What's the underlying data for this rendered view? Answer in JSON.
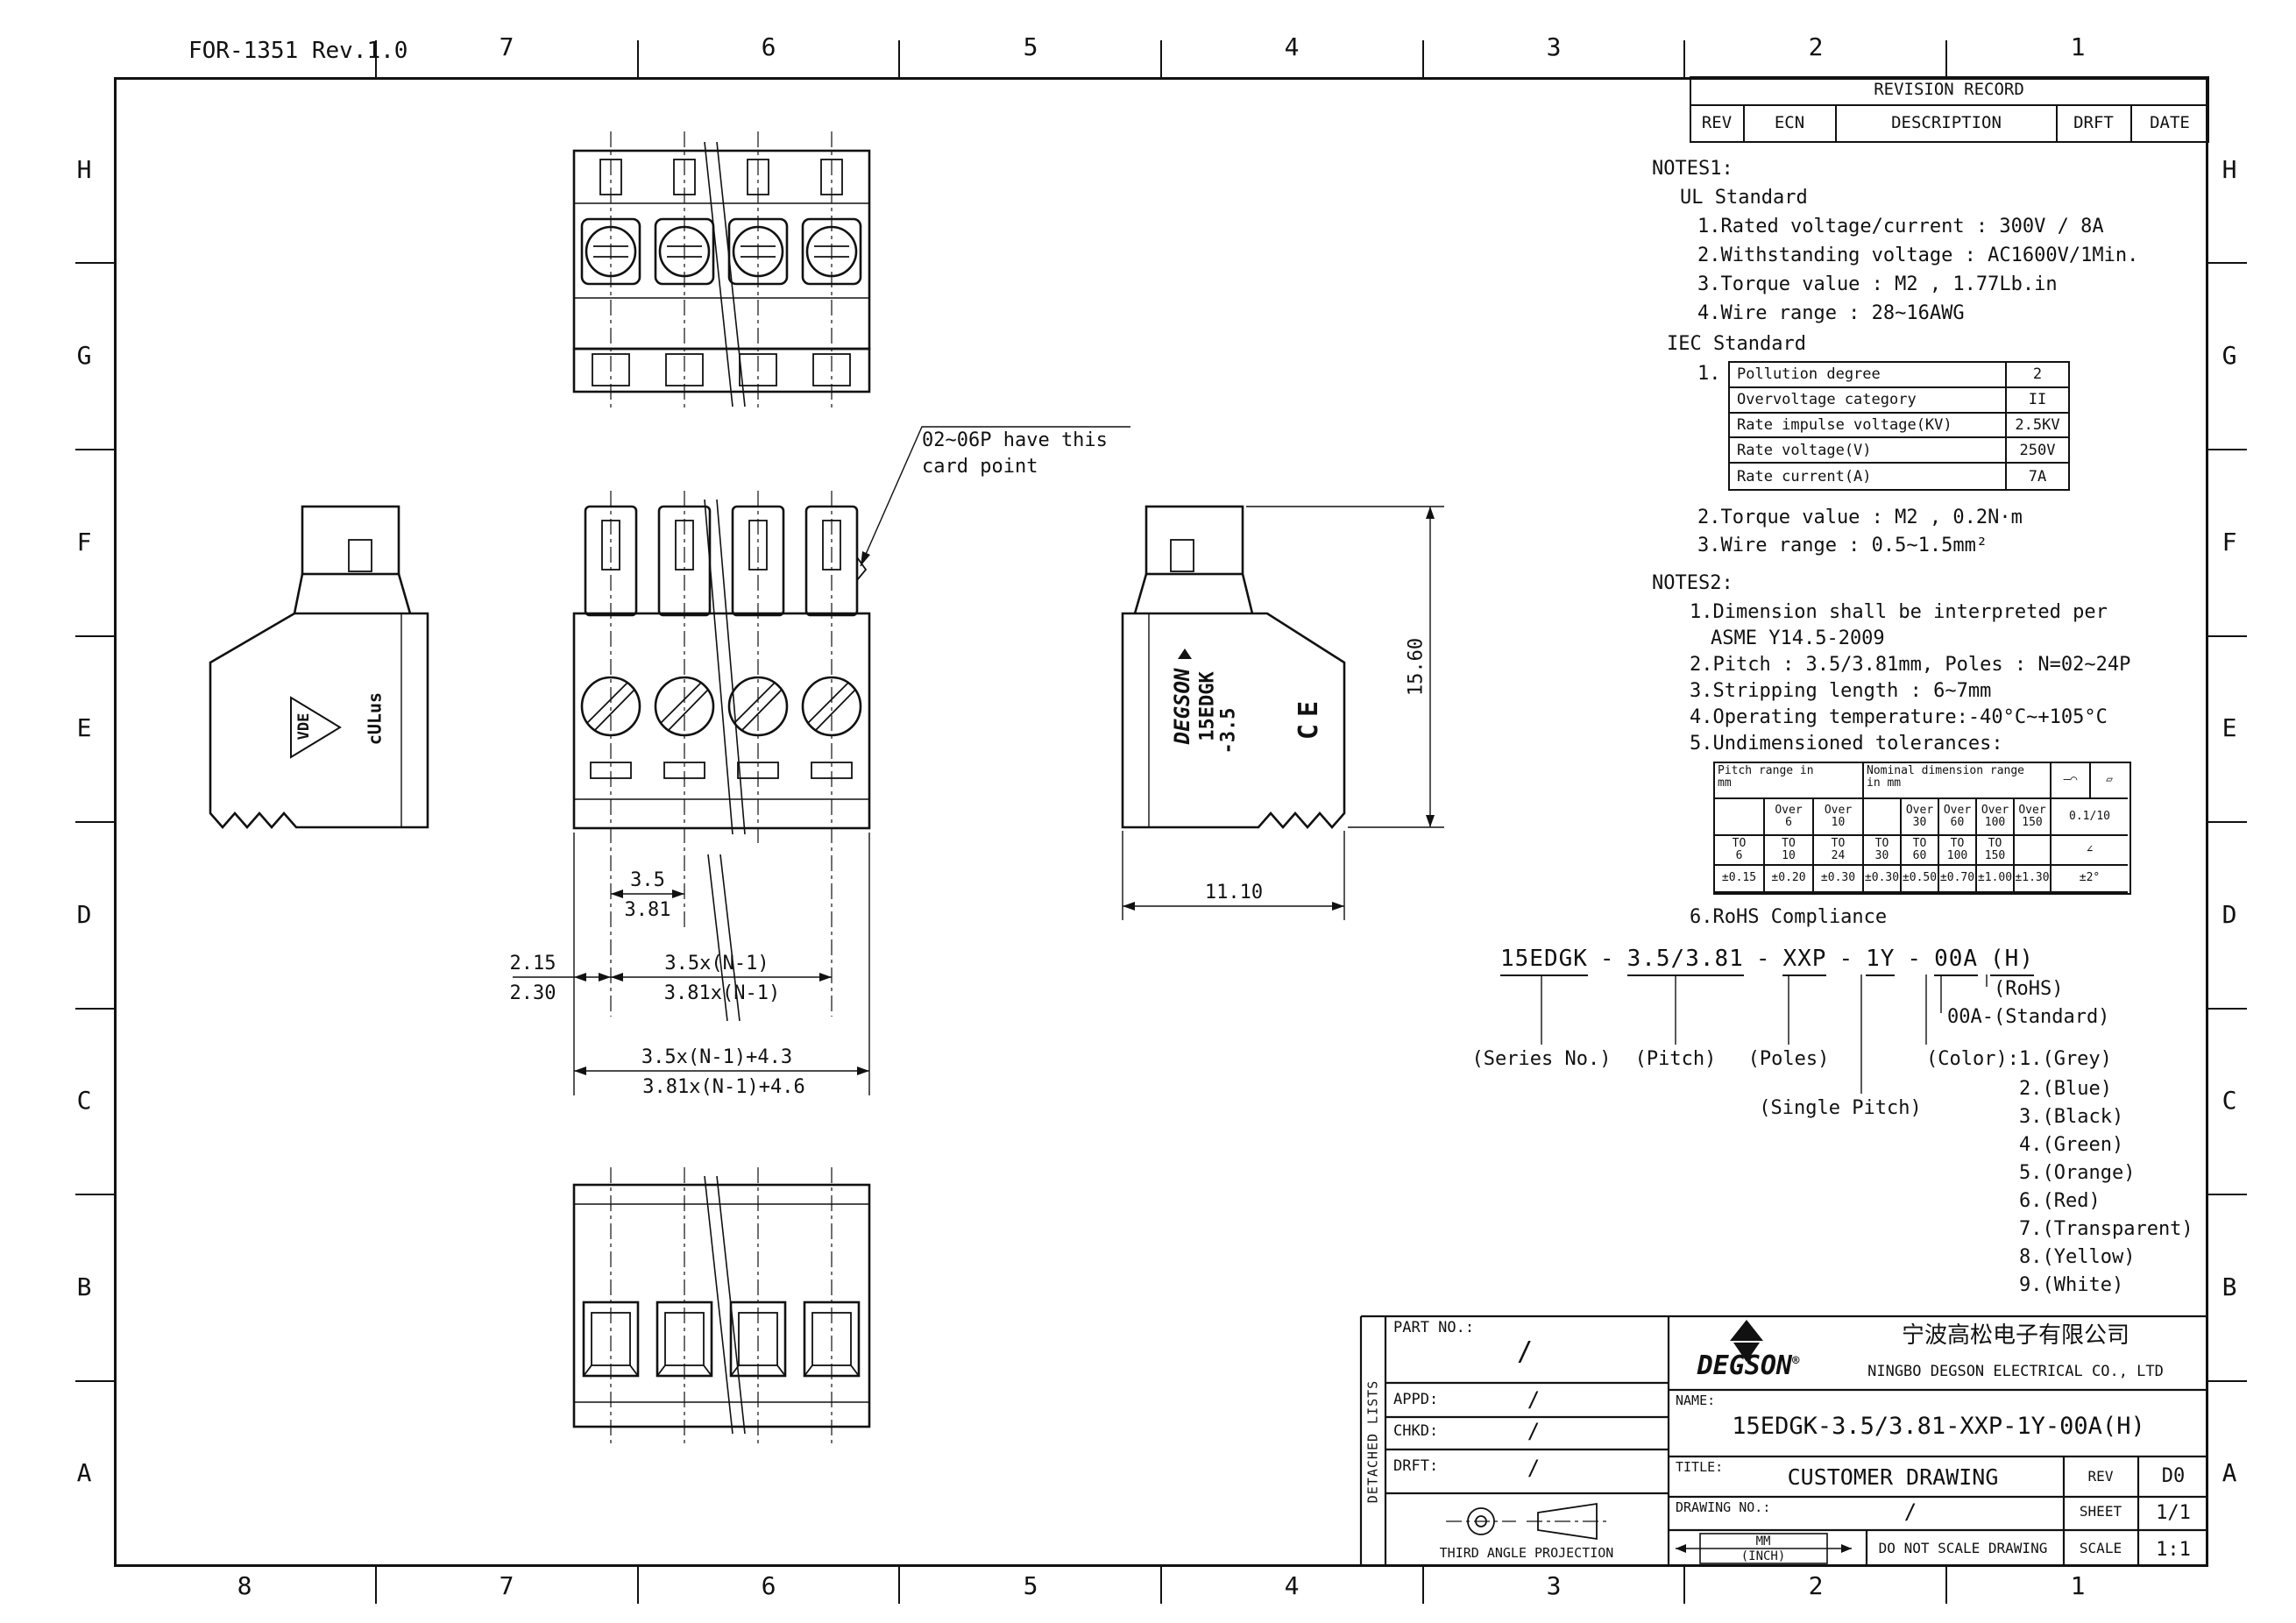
{
  "meta": {
    "doc_code": "FOR-1351 Rev.1.0"
  },
  "border": {
    "top_cols": [
      "7",
      "6",
      "5",
      "4",
      "3",
      "2",
      "1"
    ],
    "bottom_cols": [
      "8",
      "7",
      "6",
      "5",
      "4",
      "3",
      "2",
      "1"
    ],
    "rows": [
      "H",
      "G",
      "F",
      "E",
      "D",
      "C",
      "B",
      "A"
    ]
  },
  "revision_table": {
    "title": "REVISION RECORD",
    "headers": [
      "REV",
      "ECN",
      "DESCRIPTION",
      "DRFT",
      "DATE"
    ]
  },
  "notes1": {
    "title": "NOTES1:",
    "ul_title": "UL Standard",
    "ul_items": [
      "1.Rated voltage/current : 300V / 8A",
      "2.Withstanding voltage : AC1600V/1Min.",
      "3.Torque value : M2 , 1.77Lb.in",
      "4.Wire range : 28~16AWG"
    ],
    "iec_title": "IEC Standard",
    "iec_no1": "1.",
    "iec_rows": [
      {
        "label": "Pollution degree",
        "value": "2"
      },
      {
        "label": "Overvoltage category",
        "value": "II"
      },
      {
        "label": "Rate impulse voltage(KV)",
        "value": "2.5KV"
      },
      {
        "label": "Rate voltage(V)",
        "value": "250V"
      },
      {
        "label": "Rate current(A)",
        "value": "7A"
      }
    ],
    "iec_item2": "2.Torque value : M2 , 0.2N·m",
    "iec_item3": "3.Wire range : 0.5~1.5mm²"
  },
  "notes2": {
    "title": "NOTES2:",
    "item1a": "1.Dimension shall be interpreted per",
    "item1b": "ASME Y14.5-2009",
    "item2": "2.Pitch : 3.5/3.81mm, Poles : N=02~24P",
    "item3": "3.Stripping length : 6~7mm",
    "item4": "4.Operating temperature:-40°C~+105°C",
    "item5": "5.Undimensioned tolerances:",
    "item6": "6.RoHS Compliance"
  },
  "tol_table": {
    "pitch_header_1": "Pitch range in",
    "pitch_header_2": "mm",
    "nominal_header_1": "Nominal dimension range",
    "nominal_header_2": "in mm",
    "sym_straight": "—⌒",
    "sym_flat": "▱",
    "flat_tol": "0.1/10",
    "sym_angle": "∠",
    "angle_tol": "±2°",
    "over_top": [
      "",
      "Over",
      "Over",
      "",
      "Over",
      "Over",
      "Over",
      "Over"
    ],
    "over_num": [
      "",
      "6",
      "10",
      "",
      "30",
      "60",
      "100",
      "150"
    ],
    "to_top": [
      "TO",
      "TO",
      "TO",
      "TO",
      "TO",
      "TO",
      "TO",
      ""
    ],
    "to_num": [
      "6",
      "10",
      "24",
      "30",
      "60",
      "100",
      "150",
      ""
    ],
    "tols": [
      "±0.15",
      "±0.20",
      "±0.30",
      "±0.30",
      "±0.50",
      "±0.70",
      "±1.00",
      "±1.30"
    ]
  },
  "part_code": {
    "line": [
      "15EDGK",
      "-",
      "3.5/3.81",
      "-",
      "XXP",
      "-",
      "1Y",
      "-",
      "00A",
      "(H)"
    ],
    "series_label": "(Series No.)",
    "pitch_label": "(Pitch)",
    "poles_label": "(Poles)",
    "single_pitch_label": "(Single Pitch)",
    "color_label": "(Color):1.(Grey)",
    "rohs_label": "(RoHS)",
    "standard_label": "00A-(Standard)",
    "colors": [
      "2.(Blue)",
      "3.(Black)",
      "4.(Green)",
      "5.(Orange)",
      "6.(Red)",
      "7.(Transparent)",
      "8.(Yellow)",
      "9.(White)"
    ]
  },
  "drawing": {
    "callout_line1": "02~06P have this",
    "callout_line2": "card point",
    "dim_pitch_a": "3.5",
    "dim_pitch_b": "3.81",
    "dim_edge_a": "2.15",
    "dim_edge_b": "2.30",
    "dim_span_a": "3.5x(N-1)",
    "dim_span_b": "3.81x(N-1)",
    "dim_total_a": "3.5x(N-1)+4.3",
    "dim_total_b": "3.81x(N-1)+4.6",
    "dim_height": "15.60",
    "dim_depth": "11.10",
    "side_brand": "DEGSON",
    "side_model": "15EDGK",
    "side_pitch": "-3.5",
    "ce_mark": "CE",
    "vde_mark": "VDE",
    "ul_mark": "cULus"
  },
  "title_block": {
    "detached_lists": "DETACHED LISTS",
    "part_no_label": "PART NO.:",
    "part_no_value": "/",
    "appd_label": "APPD:",
    "appd_value": "/",
    "chkd_label": "CHKD:",
    "chkd_value": "/",
    "drft_label": "DRFT:",
    "drft_value": "/",
    "projection_label": "THIRD ANGLE PROJECTION",
    "logo_text": "DEGSON",
    "logo_reg": "®",
    "company_cn": "宁波高松电子有限公司",
    "company_en": "NINGBO DEGSON ELECTRICAL CO., LTD",
    "name_label": "NAME:",
    "name_value": "15EDGK-3.5/3.81-XXP-1Y-00A(H)",
    "title_label": "TITLE:",
    "title_value": "CUSTOMER DRAWING",
    "rev_label": "REV",
    "rev_value": "D0",
    "drawing_no_label": "DRAWING NO.:",
    "drawing_no_value": "/",
    "sheet_label": "SHEET",
    "sheet_value": "1/1",
    "units_mm": "MM",
    "units_inch": "(INCH)",
    "no_scale": "DO NOT SCALE DRAWING",
    "scale_label": "SCALE",
    "scale_value": "1:1"
  }
}
